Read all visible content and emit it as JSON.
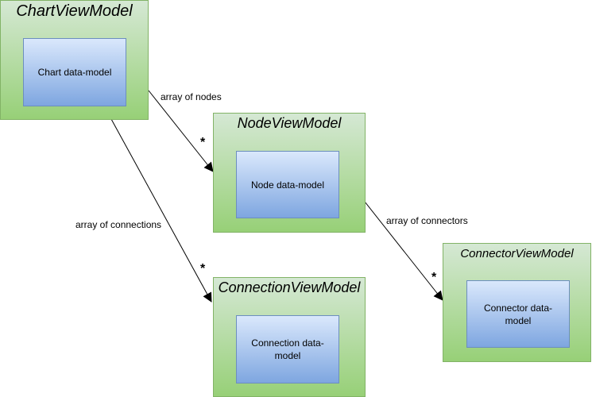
{
  "nodes": {
    "chart_vm": {
      "title": "ChartViewModel",
      "model": "Chart data-model"
    },
    "node_vm": {
      "title": "NodeViewModel",
      "model": "Node data-model"
    },
    "connection_vm": {
      "title": "ConnectionViewModel",
      "model": "Connection data-model"
    },
    "connector_vm": {
      "title": "ConnectorViewModel",
      "model": "Connector data-model"
    }
  },
  "edges": {
    "nodes": {
      "label": "array of nodes",
      "multiplicity": "*"
    },
    "connections": {
      "label": "array of connections",
      "multiplicity": "*"
    },
    "connectors": {
      "label": "array of connectors",
      "multiplicity": "*"
    }
  },
  "colors": {
    "view_model_fill": "#97d077",
    "view_model_border": "#82b366",
    "data_model_fill": "#7ea6e0",
    "data_model_border": "#6c8ebf"
  }
}
